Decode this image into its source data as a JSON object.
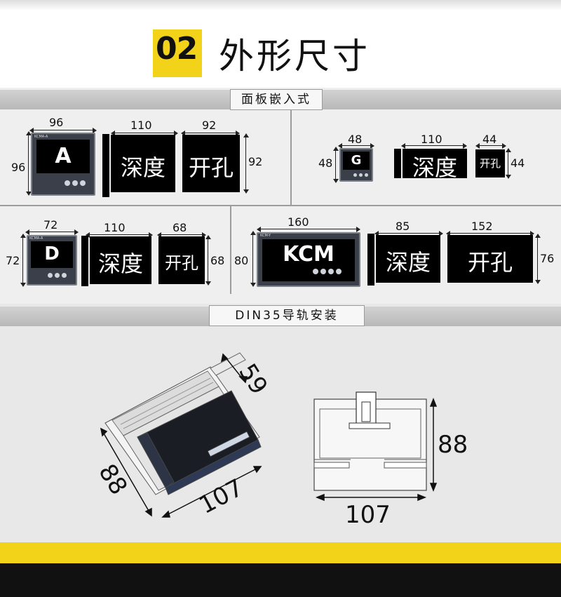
{
  "header": {
    "number": "02",
    "title": "外形尺寸"
  },
  "sections": {
    "panel_label": "面板嵌入式",
    "din_label": "DIN35导轨安装"
  },
  "models": {
    "A": {
      "name": "A",
      "width": "96",
      "height": "96",
      "depth": "110",
      "cutout_w": "92",
      "cutout_h": "92",
      "tag": "KCMA-A"
    },
    "G": {
      "name": "G",
      "width": "48",
      "height": "48",
      "depth": "110",
      "cutout_w": "44",
      "cutout_h": "44"
    },
    "D": {
      "name": "D",
      "width": "72",
      "height": "72",
      "depth": "110",
      "cutout_w": "68",
      "cutout_h": "68",
      "tag": "KCMA-A"
    },
    "KCM": {
      "name": "KCM",
      "width": "160",
      "height": "80",
      "depth": "85",
      "cutout_w": "152",
      "cutout_h": "76",
      "tag": "KCM-Y"
    }
  },
  "labels": {
    "depth": "深度",
    "cutout": "开孔"
  },
  "din": {
    "iso_depth": "59",
    "iso_height": "88",
    "iso_width": "107",
    "front_height": "88",
    "front_width": "107"
  },
  "colors": {
    "accent": "#f3d21a",
    "dark": "#111111",
    "panel_bg": "#efefef",
    "meter_body": "#3a3f4a"
  }
}
